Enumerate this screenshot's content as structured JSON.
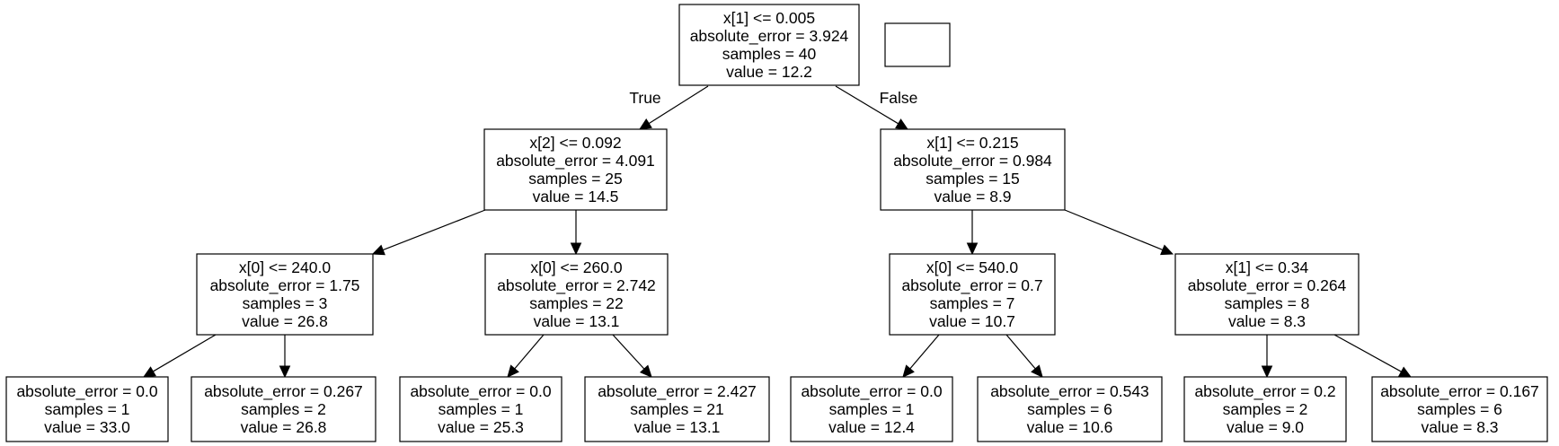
{
  "tree": {
    "nodes": [
      {
        "id": "n0",
        "lines": [
          "x[1] <= 0.005",
          "absolute_error = 3.924",
          "samples = 40",
          "value = 12.2"
        ]
      },
      {
        "id": "legend",
        "lines": []
      },
      {
        "id": "n1",
        "lines": [
          "x[2] <= 0.092",
          "absolute_error = 4.091",
          "samples = 25",
          "value = 14.5"
        ]
      },
      {
        "id": "n8",
        "lines": [
          "x[1] <= 0.215",
          "absolute_error = 0.984",
          "samples = 15",
          "value = 8.9"
        ]
      },
      {
        "id": "n2",
        "lines": [
          "x[0] <= 240.0",
          "absolute_error = 1.75",
          "samples = 3",
          "value = 26.8"
        ]
      },
      {
        "id": "n5",
        "lines": [
          "x[0] <= 260.0",
          "absolute_error = 2.742",
          "samples = 22",
          "value = 13.1"
        ]
      },
      {
        "id": "n9",
        "lines": [
          "x[0] <= 540.0",
          "absolute_error = 0.7",
          "samples = 7",
          "value = 10.7"
        ]
      },
      {
        "id": "n12",
        "lines": [
          "x[1] <= 0.34",
          "absolute_error = 0.264",
          "samples = 8",
          "value = 8.3"
        ]
      },
      {
        "id": "n3",
        "lines": [
          "absolute_error = 0.0",
          "samples = 1",
          "value = 33.0"
        ]
      },
      {
        "id": "n4",
        "lines": [
          "absolute_error = 0.267",
          "samples = 2",
          "value = 26.8"
        ]
      },
      {
        "id": "n6",
        "lines": [
          "absolute_error = 0.0",
          "samples = 1",
          "value = 25.3"
        ]
      },
      {
        "id": "n7",
        "lines": [
          "absolute_error = 2.427",
          "samples = 21",
          "value = 13.1"
        ]
      },
      {
        "id": "n10",
        "lines": [
          "absolute_error = 0.0",
          "samples = 1",
          "value = 12.4"
        ]
      },
      {
        "id": "n11",
        "lines": [
          "absolute_error = 0.543",
          "samples = 6",
          "value = 10.6"
        ]
      },
      {
        "id": "n13",
        "lines": [
          "absolute_error = 0.2",
          "samples = 2",
          "value = 9.0"
        ]
      },
      {
        "id": "n14",
        "lines": [
          "absolute_error = 0.167",
          "samples = 6",
          "value = 8.3"
        ]
      }
    ],
    "edges": [
      {
        "from": "n0",
        "to": "n1",
        "label": "True"
      },
      {
        "from": "n0",
        "to": "n8",
        "label": "False"
      },
      {
        "from": "n1",
        "to": "n2",
        "label": ""
      },
      {
        "from": "n1",
        "to": "n5",
        "label": ""
      },
      {
        "from": "n8",
        "to": "n9",
        "label": ""
      },
      {
        "from": "n8",
        "to": "n12",
        "label": ""
      },
      {
        "from": "n2",
        "to": "n3",
        "label": ""
      },
      {
        "from": "n2",
        "to": "n4",
        "label": ""
      },
      {
        "from": "n5",
        "to": "n6",
        "label": ""
      },
      {
        "from": "n5",
        "to": "n7",
        "label": ""
      },
      {
        "from": "n9",
        "to": "n10",
        "label": ""
      },
      {
        "from": "n9",
        "to": "n11",
        "label": ""
      },
      {
        "from": "n12",
        "to": "n13",
        "label": ""
      },
      {
        "from": "n12",
        "to": "n14",
        "label": ""
      }
    ]
  }
}
